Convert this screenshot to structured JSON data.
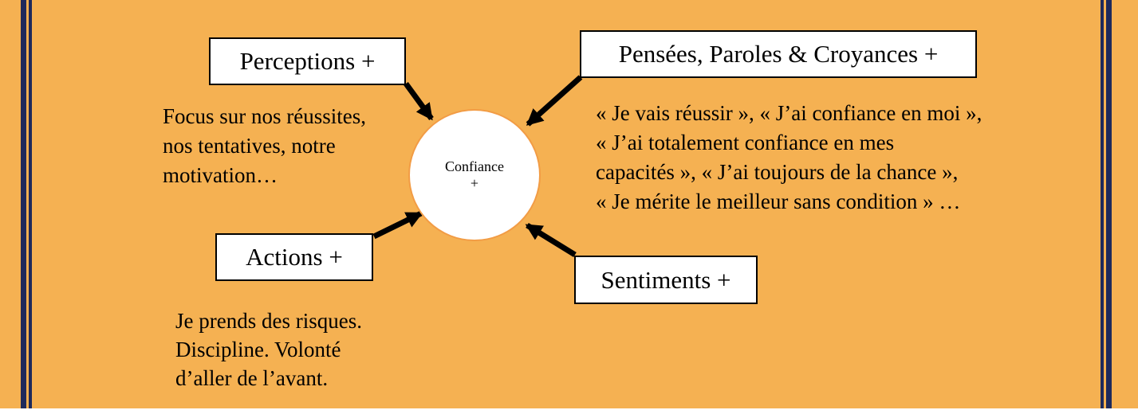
{
  "diagram": {
    "center": {
      "title": "Confiance",
      "sign": "+"
    },
    "boxes": {
      "perceptions": "Perceptions +",
      "pensees": "Pensées, Paroles & Croyances +",
      "actions": "Actions +",
      "sentiments": "Sentiments +"
    },
    "notes": {
      "perceptions": {
        "line1": "Focus sur nos réussites,",
        "line2": "nos tentatives, notre",
        "line3": "motivation…"
      },
      "pensees": {
        "line1": "« Je vais réussir », « J’ai confiance en moi »,",
        "line2": "« J’ai totalement confiance en mes",
        "line3": "capacités », « J’ai toujours de la chance »,",
        "line4": "« Je mérite le meilleur sans condition » …"
      },
      "actions": {
        "line1": "Je prends des risques.",
        "line2": "Discipline. Volonté",
        "line3": "d’aller de l’avant."
      }
    },
    "colors": {
      "background": "#F5B152",
      "frame_bars": "#1E2A5B",
      "circle_border": "#F29C45",
      "circle_fill": "#FFFFFF",
      "box_fill": "#FFFFFF",
      "box_border": "#000000",
      "text": "#000000",
      "arrow": "#000000"
    }
  }
}
